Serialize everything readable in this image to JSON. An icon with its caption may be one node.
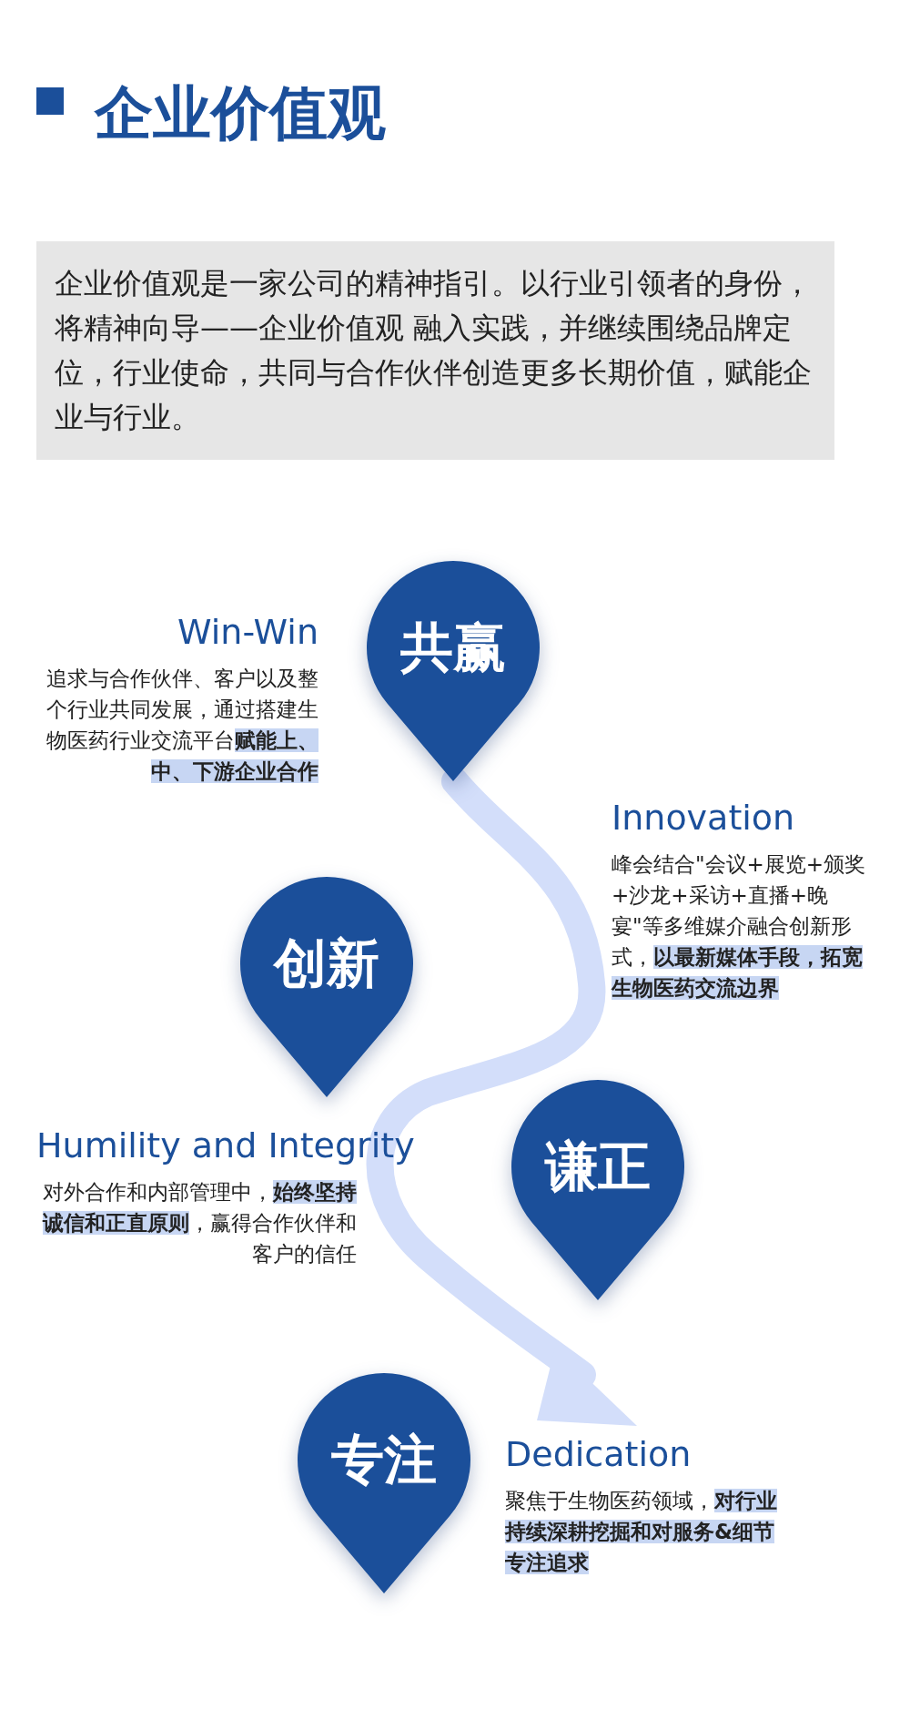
{
  "diagram": {
    "title": "企业价值观",
    "nodes": [
      {
        "text": [
          "企业价值观是一家公司的精神指引。以行业引领者的身份，将精神向导——企业价值观 融入实践，并继续围绕品牌定位，行业使命，共同与合作伙伴创造更多长期价值，赋能企业与行业。"
        ]
      },
      {
        "text": [
          "共赢"
        ],
        "beside": [
          "Win-Win",
          "追求与合作伙伴、客户以及整个行业共同发展，通过搭建生物医药行业交流平台**赋能上、中、下游企业合作**"
        ]
      },
      {
        "text": [
          "创新"
        ],
        "beside": [
          "Innovation",
          "峰会结合\"会议+展览+颁奖+沙龙+采访+直播+晚宴\"等多维媒介融合创新形式，**以最新媒体手段，拓宽生物医药交流边界**"
        ]
      },
      {
        "text": [
          "谦正"
        ],
        "beside": [
          "Humility and Integrity",
          "对外合作和内部管理中，**始终坚持诚信和正直原则**，赢得合作伙伴和客户的信任"
        ]
      },
      {
        "text": [
          "专注"
        ],
        "beside": [
          "Dedication",
          "聚焦于生物医药领域，**对行业持续深耕挖掘和对服务&细节专注追求**"
        ]
      }
    ]
  }
}
